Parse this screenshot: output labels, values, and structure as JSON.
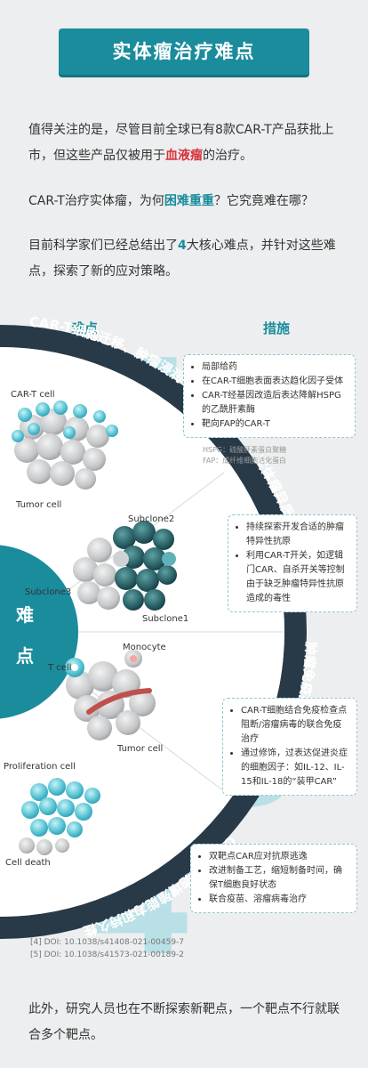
{
  "title": "实体瘤治疗难点",
  "intro": {
    "p1_pre": "值得关注的是，尽管目前全球已有8款CAR-T产品获批上市，但这些产品仅被用于",
    "p1_hl": "血液瘤",
    "p1_post": "的治疗。",
    "p2_pre": "CAR-T治疗实体瘤，为何",
    "p2_hl": "困难重重",
    "p2_post": "？它究竟难在哪？",
    "p3_pre": "目前科学家们已经总结出了",
    "p3_hl": "4",
    "p3_post": "大核心难点，并针对这些难点，探索了新的应对策略。"
  },
  "columns": {
    "left": "难点",
    "right": "措施"
  },
  "center_label": [
    "难",
    "点"
  ],
  "ring_labels": [
    "CAR-T细胞迁移、肿瘤浸润不足",
    "实体瘤异质性",
    "肿瘤免疫抑制微环境",
    "CAR-T细胞增殖能力和持久性"
  ],
  "numbers": [
    "1",
    "2",
    "3",
    "4"
  ],
  "cell_labels": {
    "s1_cart": "CAR-T cell",
    "s1_tumor": "Tumor cell",
    "s2_sub2": "Subclone2",
    "s2_sub3": "Subclone3",
    "s2_sub1": "Subclone1",
    "s3_mono": "Monocyte",
    "s3_tcell": "T cell",
    "s3_tumor": "Tumor cell",
    "s4_prolif": "Proliferation cell",
    "s4_death": "Cell death"
  },
  "cards": [
    {
      "items": [
        "局部给药",
        "在CAR-T细胞表面表达趋化因子受体",
        "CAR-T经基因改造后表达降解HSPG的乙酰肝素酶",
        "靶向FAP的CAR-T"
      ]
    },
    {
      "items": [
        "持续探索开发合适的肿瘤特异性抗原",
        "利用CAR-T开关，如逻辑门CAR、自杀开关等控制由于缺乏肿瘤特异性抗原造成的毒性"
      ]
    },
    {
      "items": [
        "CAR-T细胞结合免疫检查点阻断/溶瘤病毒的联合免疫治疗",
        "通过修饰，过表达促进炎症的细胞因子：如IL-12、IL-15和IL-18的“装甲CAR”"
      ]
    },
    {
      "items": [
        "双靶点CAR应对抗原逃逸",
        "改进制备工艺，缩短制备时间，确保T细胞良好状态",
        "联合疫苗、溶瘤病毒治疗"
      ]
    }
  ],
  "notes": [
    "HSPG：硫酸肝素蛋白聚糖",
    "FAP：成纤维细胞活化蛋白"
  ],
  "refs": [
    "[4] DOI: 10.1038/s41408-021-00459-7",
    "[5] DOI: 10.1038/s41573-021-00189-2"
  ],
  "outro": "此外，研究人员也在不断探索新靶点，一个靶点不行就联合多个靶点。",
  "colors": {
    "accent": "#1a8c9c",
    "ring": "#283a48",
    "highlight": "#d8323c",
    "number": "#b9e0e6"
  }
}
